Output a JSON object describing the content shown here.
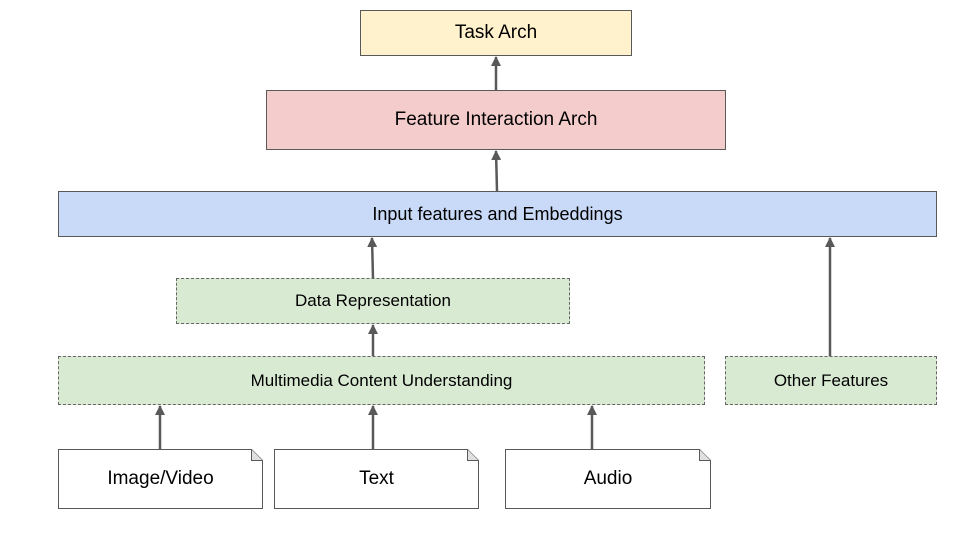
{
  "nodes": {
    "task_arch": "Task Arch",
    "feature_interaction_arch": "Feature Interaction Arch",
    "input_features": "Input features and Embeddings",
    "data_representation": "Data Representation",
    "multimedia_understanding": "Multimedia Content Understanding",
    "other_features": "Other Features"
  },
  "inputs": {
    "image_video": "Image/Video",
    "text": "Text",
    "audio": "Audio"
  },
  "colors": {
    "task_arch_fill": "#fff2cc",
    "feature_interaction_fill": "#f4cccc",
    "input_features_fill": "#c9daf8",
    "green_fill": "#d9ead3",
    "arrow": "#595959"
  }
}
